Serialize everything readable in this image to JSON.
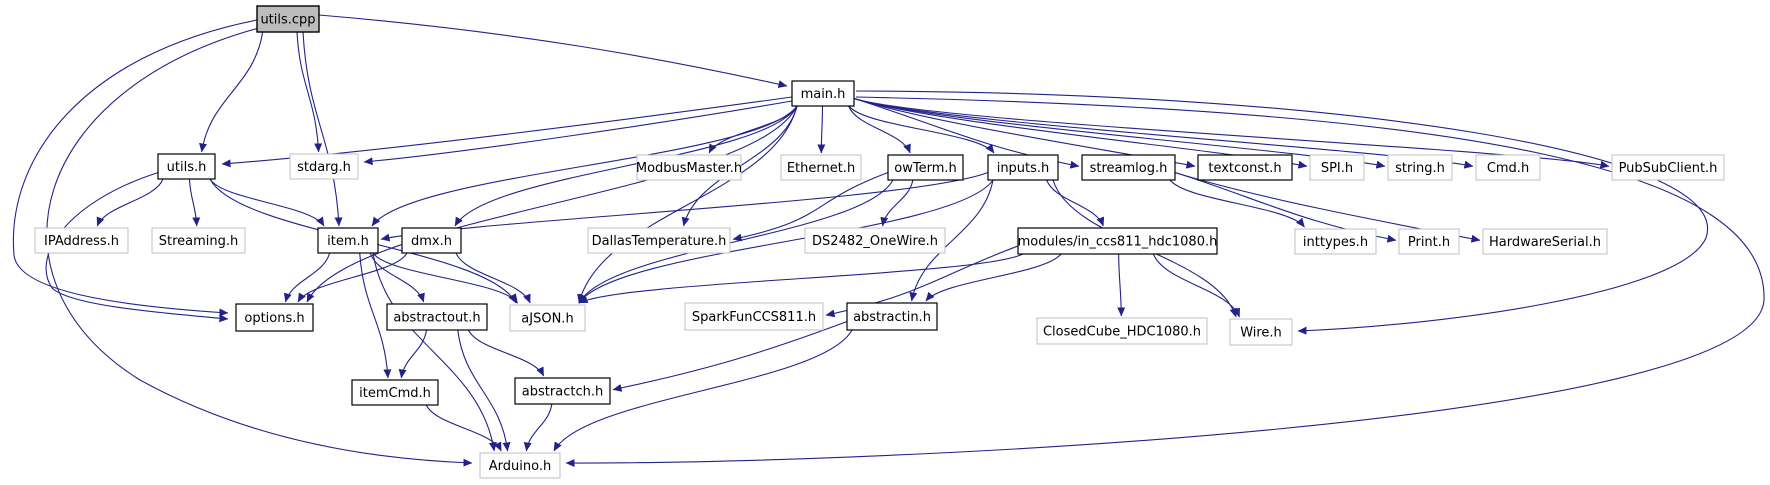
{
  "diagram_type": "include-dependency-graph",
  "root_file": "utils.cpp",
  "colors": {
    "background": "#ffffff",
    "edge": "#22228a",
    "node_fill": "#fefefe",
    "root_node_fill": "#bcbcbc",
    "strong_border": "#000000",
    "light_border": "#c0c0c0",
    "text": "#000000"
  },
  "graph": {
    "nodes": [
      {
        "id": "utils.cpp",
        "label": "utils.cpp",
        "style": "root"
      },
      {
        "id": "main.h",
        "label": "main.h",
        "style": "bold"
      },
      {
        "id": "utils.h",
        "label": "utils.h",
        "style": "bold"
      },
      {
        "id": "stdarg.h",
        "label": "stdarg.h",
        "style": "plain"
      },
      {
        "id": "ModbusMaster.h",
        "label": "ModbusMaster.h",
        "style": "plain"
      },
      {
        "id": "Ethernet.h",
        "label": "Ethernet.h",
        "style": "plain"
      },
      {
        "id": "owTerm.h",
        "label": "owTerm.h",
        "style": "bold"
      },
      {
        "id": "inputs.h",
        "label": "inputs.h",
        "style": "bold"
      },
      {
        "id": "streamlog.h",
        "label": "streamlog.h",
        "style": "bold"
      },
      {
        "id": "textconst.h",
        "label": "textconst.h",
        "style": "bold"
      },
      {
        "id": "SPI.h",
        "label": "SPI.h",
        "style": "plain"
      },
      {
        "id": "string.h",
        "label": "string.h",
        "style": "plain"
      },
      {
        "id": "Cmd.h",
        "label": "Cmd.h",
        "style": "plain"
      },
      {
        "id": "PubSubClient.h",
        "label": "PubSubClient.h",
        "style": "plain"
      },
      {
        "id": "IPAddress.h",
        "label": "IPAddress.h",
        "style": "plain"
      },
      {
        "id": "Streaming.h",
        "label": "Streaming.h",
        "style": "plain"
      },
      {
        "id": "item.h",
        "label": "item.h",
        "style": "bold"
      },
      {
        "id": "dmx.h",
        "label": "dmx.h",
        "style": "bold"
      },
      {
        "id": "DallasTemperature.h",
        "label": "DallasTemperature.h",
        "style": "plain"
      },
      {
        "id": "DS2482_OneWire.h",
        "label": "DS2482_OneWire.h",
        "style": "plain"
      },
      {
        "id": "modules/in_ccs811_hdc1080.h",
        "label": "modules/in_ccs811_hdc1080.h",
        "style": "bold"
      },
      {
        "id": "inttypes.h",
        "label": "inttypes.h",
        "style": "plain"
      },
      {
        "id": "Print.h",
        "label": "Print.h",
        "style": "plain"
      },
      {
        "id": "HardwareSerial.h",
        "label": "HardwareSerial.h",
        "style": "plain"
      },
      {
        "id": "options.h",
        "label": "options.h",
        "style": "bold"
      },
      {
        "id": "abstractout.h",
        "label": "abstractout.h",
        "style": "bold"
      },
      {
        "id": "aJSON.h",
        "label": "aJSON.h",
        "style": "plain"
      },
      {
        "id": "SparkFunCCS811.h",
        "label": "SparkFunCCS811.h",
        "style": "plain"
      },
      {
        "id": "abstractin.h",
        "label": "abstractin.h",
        "style": "bold"
      },
      {
        "id": "ClosedCube_HDC1080.h",
        "label": "ClosedCube_HDC1080.h",
        "style": "plain"
      },
      {
        "id": "Wire.h",
        "label": "Wire.h",
        "style": "plain"
      },
      {
        "id": "itemCmd.h",
        "label": "itemCmd.h",
        "style": "bold"
      },
      {
        "id": "abstractch.h",
        "label": "abstractch.h",
        "style": "bold"
      },
      {
        "id": "Arduino.h",
        "label": "Arduino.h",
        "style": "plain"
      }
    ],
    "edges": [
      {
        "from": "utils.cpp",
        "to": "utils.h"
      },
      {
        "from": "utils.cpp",
        "to": "stdarg.h"
      },
      {
        "from": "utils.cpp",
        "to": "main.h"
      },
      {
        "from": "utils.cpp",
        "to": "item.h"
      },
      {
        "from": "utils.cpp",
        "to": "options.h"
      },
      {
        "from": "utils.cpp",
        "to": "Arduino.h"
      },
      {
        "from": "main.h",
        "to": "utils.h"
      },
      {
        "from": "main.h",
        "to": "stdarg.h"
      },
      {
        "from": "main.h",
        "to": "ModbusMaster.h"
      },
      {
        "from": "main.h",
        "to": "Ethernet.h"
      },
      {
        "from": "main.h",
        "to": "owTerm.h"
      },
      {
        "from": "main.h",
        "to": "inputs.h"
      },
      {
        "from": "main.h",
        "to": "streamlog.h"
      },
      {
        "from": "main.h",
        "to": "textconst.h"
      },
      {
        "from": "main.h",
        "to": "SPI.h"
      },
      {
        "from": "main.h",
        "to": "string.h"
      },
      {
        "from": "main.h",
        "to": "Cmd.h"
      },
      {
        "from": "main.h",
        "to": "PubSubClient.h"
      },
      {
        "from": "main.h",
        "to": "DallasTemperature.h"
      },
      {
        "from": "main.h",
        "to": "item.h"
      },
      {
        "from": "main.h",
        "to": "dmx.h"
      },
      {
        "from": "main.h",
        "to": "options.h"
      },
      {
        "from": "main.h",
        "to": "aJSON.h"
      },
      {
        "from": "main.h",
        "to": "Wire.h"
      },
      {
        "from": "main.h",
        "to": "Arduino.h"
      },
      {
        "from": "utils.h",
        "to": "IPAddress.h"
      },
      {
        "from": "utils.h",
        "to": "Streaming.h"
      },
      {
        "from": "utils.h",
        "to": "item.h"
      },
      {
        "from": "utils.h",
        "to": "options.h"
      },
      {
        "from": "utils.h",
        "to": "aJSON.h"
      },
      {
        "from": "owTerm.h",
        "to": "DallasTemperature.h"
      },
      {
        "from": "owTerm.h",
        "to": "DS2482_OneWire.h"
      },
      {
        "from": "owTerm.h",
        "to": "aJSON.h"
      },
      {
        "from": "inputs.h",
        "to": "item.h"
      },
      {
        "from": "inputs.h",
        "to": "modules/in_ccs811_hdc1080.h"
      },
      {
        "from": "inputs.h",
        "to": "abstractin.h"
      },
      {
        "from": "inputs.h",
        "to": "aJSON.h"
      },
      {
        "from": "inputs.h",
        "to": "Wire.h"
      },
      {
        "from": "streamlog.h",
        "to": "inttypes.h"
      },
      {
        "from": "streamlog.h",
        "to": "Print.h"
      },
      {
        "from": "streamlog.h",
        "to": "HardwareSerial.h"
      },
      {
        "from": "item.h",
        "to": "options.h"
      },
      {
        "from": "item.h",
        "to": "aJSON.h"
      },
      {
        "from": "item.h",
        "to": "abstractout.h"
      },
      {
        "from": "item.h",
        "to": "itemCmd.h"
      },
      {
        "from": "item.h",
        "to": "Arduino.h"
      },
      {
        "from": "dmx.h",
        "to": "options.h"
      },
      {
        "from": "dmx.h",
        "to": "aJSON.h"
      },
      {
        "from": "modules/in_ccs811_hdc1080.h",
        "to": "SparkFunCCS811.h"
      },
      {
        "from": "modules/in_ccs811_hdc1080.h",
        "to": "ClosedCube_HDC1080.h"
      },
      {
        "from": "modules/in_ccs811_hdc1080.h",
        "to": "Wire.h"
      },
      {
        "from": "modules/in_ccs811_hdc1080.h",
        "to": "abstractin.h"
      },
      {
        "from": "modules/in_ccs811_hdc1080.h",
        "to": "aJSON.h"
      },
      {
        "from": "abstractin.h",
        "to": "abstractch.h"
      },
      {
        "from": "abstractin.h",
        "to": "Arduino.h"
      },
      {
        "from": "abstractout.h",
        "to": "itemCmd.h"
      },
      {
        "from": "abstractout.h",
        "to": "abstractch.h"
      },
      {
        "from": "abstractout.h",
        "to": "Arduino.h"
      },
      {
        "from": "itemCmd.h",
        "to": "Arduino.h"
      },
      {
        "from": "abstractch.h",
        "to": "Arduino.h"
      }
    ]
  }
}
